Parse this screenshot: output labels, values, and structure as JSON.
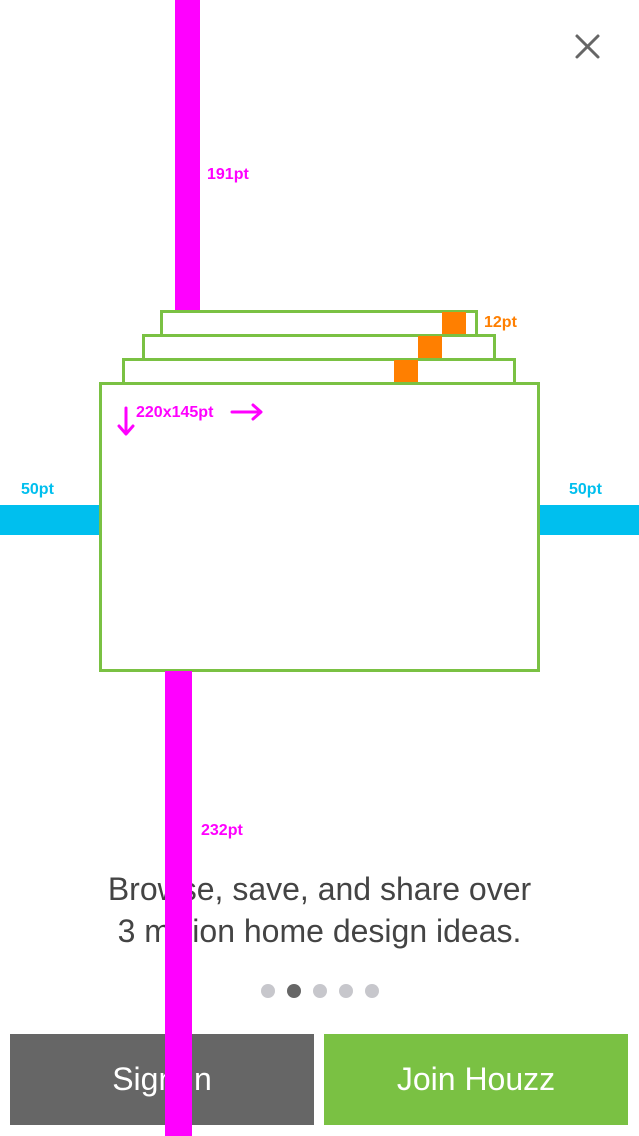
{
  "annotations": {
    "top_spacing": "191pt",
    "bottom_spacing": "232pt",
    "stack_offset": "12pt",
    "card_size": "220x145pt",
    "side_margin_left": "50pt",
    "side_margin_right": "50pt"
  },
  "content": {
    "tagline_line1": "Browse, save, and share over",
    "tagline_line2": "3 million home design ideas."
  },
  "pager": {
    "count": 5,
    "active_index": 1
  },
  "buttons": {
    "signin_label": "Sign In",
    "join_label": "Join Houzz"
  },
  "icons": {
    "close": "close-icon",
    "arrow_down": "arrow-down-icon",
    "arrow_right": "arrow-right-icon"
  },
  "colors": {
    "magenta_guide": "#ff00ff",
    "cyan_guide": "#00bfee",
    "orange_marker": "#ff7f00",
    "card_border": "#7ac143",
    "signin_bg": "#666666",
    "join_bg": "#7ac143",
    "text": "#444444"
  }
}
